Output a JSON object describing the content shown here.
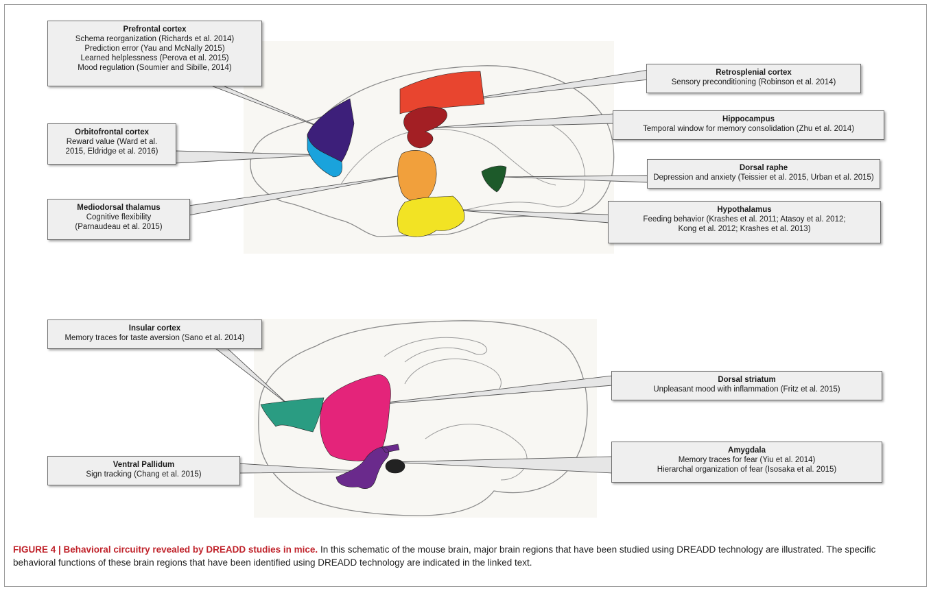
{
  "callouts": {
    "prefrontal": {
      "title": "Prefrontal cortex",
      "lines": [
        "Schema reorganization (Richards et al. 2014)",
        "Prediction error (Yau and McNally 2015)",
        "Learned helplessness (Perova et al. 2015)",
        "Mood regulation (Soumier and Sibille, 2014)"
      ]
    },
    "orbitofrontal": {
      "title": "Orbitofrontal cortex",
      "lines": [
        "Reward value (Ward et al.",
        "2015, Eldridge et al. 2016)"
      ]
    },
    "mediodorsal": {
      "title": "Mediodorsal thalamus",
      "lines": [
        "Cognitive flexibility",
        "(Parnaudeau et al. 2015)"
      ]
    },
    "retrosplenial": {
      "title": "Retrosplenial cortex",
      "lines": [
        "Sensory preconditioning (Robinson et al. 2014)"
      ]
    },
    "hippocampus": {
      "title": "Hippocampus",
      "lines": [
        "Temporal window for memory consolidation (Zhu et al. 2014)"
      ]
    },
    "dorsal_raphe": {
      "title": "Dorsal raphe",
      "lines": [
        "Depression and anxiety (Teissier et al. 2015, Urban et al. 2015)"
      ]
    },
    "hypothalamus": {
      "title": "Hypothalamus",
      "lines": [
        "Feeding behavior (Krashes et al. 2011; Atasoy et al. 2012;",
        "Kong et al. 2012; Krashes et al. 2013)"
      ]
    },
    "insular": {
      "title": "Insular cortex",
      "lines": [
        "Memory traces for taste aversion (Sano et al. 2014)"
      ]
    },
    "dorsal_striatum": {
      "title": "Dorsal striatum",
      "lines": [
        "Unpleasant mood with inflammation (Fritz et al. 2015)"
      ]
    },
    "ventral_pallidum": {
      "title": "Ventral Pallidum",
      "lines": [
        "Sign tracking (Chang et al. 2015)"
      ]
    },
    "amygdala": {
      "title": "Amygdala",
      "lines": [
        "Memory traces for fear (Yiu et al. 2014)",
        "Hierarchal organization of fear (Isosaka et al. 2015)"
      ]
    }
  },
  "region_colors": {
    "prefrontal": "#3d1f7a",
    "orbitofrontal": "#1aa3dc",
    "retrosplenial": "#e8452f",
    "hippocampus": "#a31f24",
    "mediodorsal": "#f1a03c",
    "hypothalamus": "#f2e324",
    "dorsal_raphe": "#1d5a2a",
    "insular": "#2a9c82",
    "dorsal_striatum": "#e4247a",
    "ventral_pallidum": "#6a2a8c",
    "amygdala": "#222222"
  },
  "caption": {
    "label": "FIGURE 4 | Behavioral circuitry revealed by DREADD studies in mice.",
    "text": " In this schematic of the mouse brain, major brain regions that have been studied using DREADD technology are illustrated. The specific behavioral functions of these brain regions that have been identified using DREADD technology are indicated in the linked text."
  }
}
